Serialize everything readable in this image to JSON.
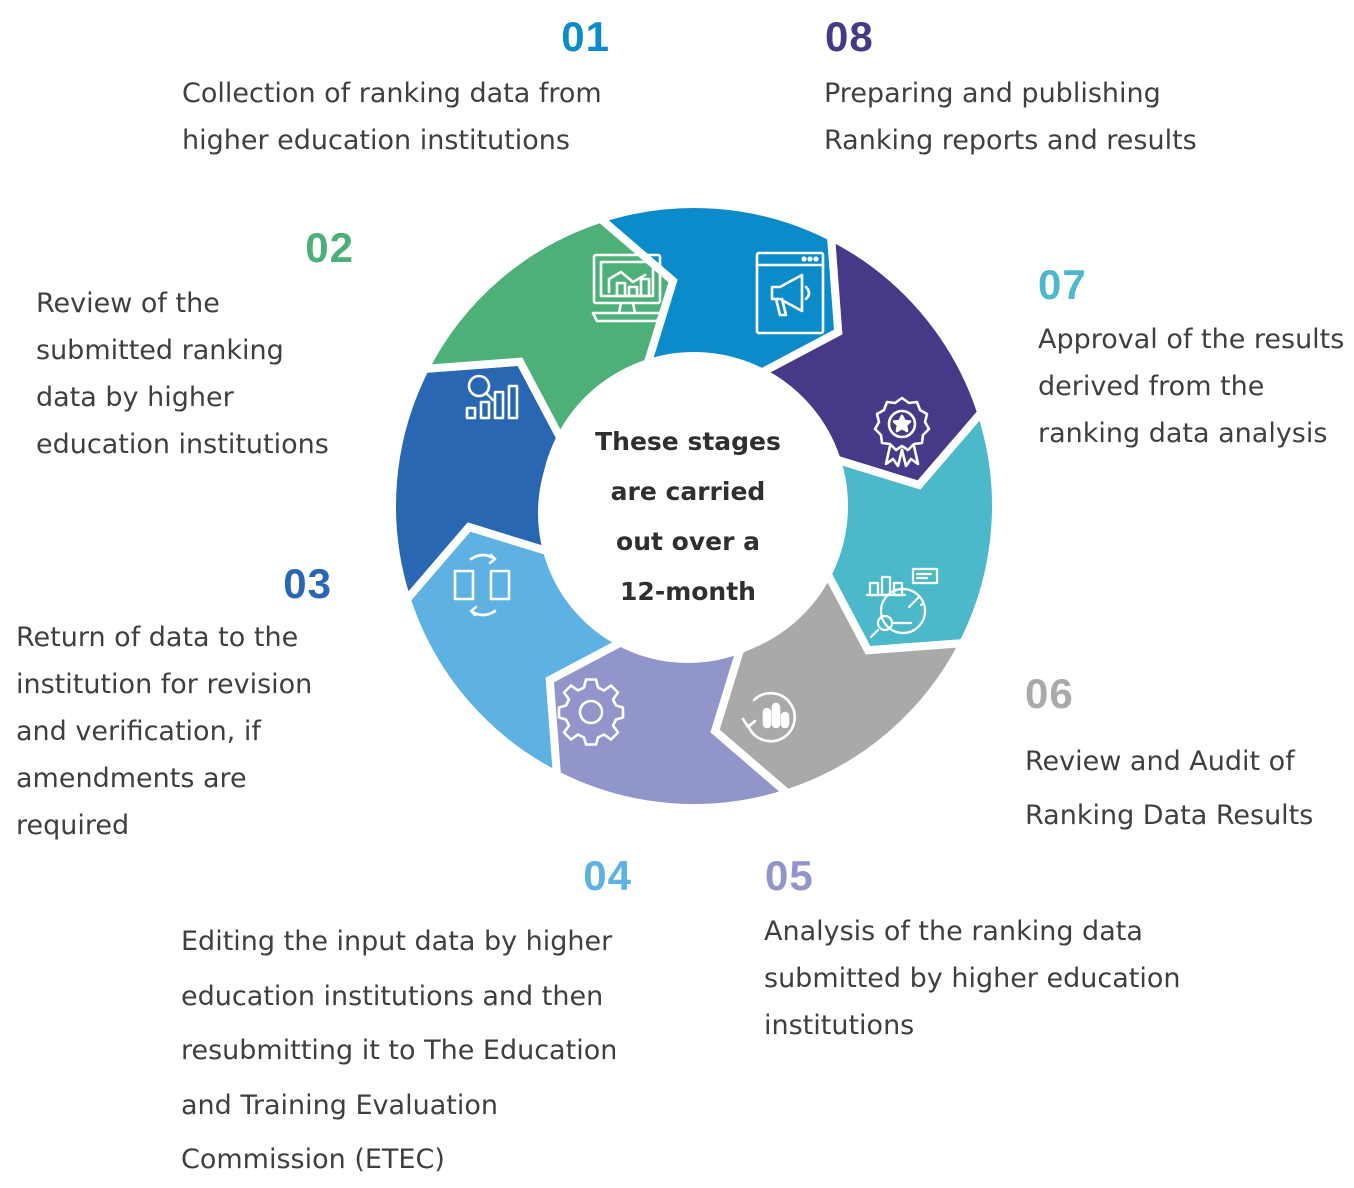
{
  "center_text": [
    "These stages",
    "are carried",
    "out over a",
    "12-month"
  ],
  "stages": [
    {
      "number": "01",
      "color": "#0C8BCB",
      "icon": "analytics-monitor-icon",
      "lines": [
        "Collection of ranking data from",
        "higher education institutions"
      ]
    },
    {
      "number": "02",
      "color": "#4CB078",
      "icon": "search-chart-icon",
      "lines": [
        "Review of the",
        "submitted ranking",
        "data by higher",
        "education institutions"
      ]
    },
    {
      "number": "03",
      "color": "#2967B3",
      "icon": "document-sync-icon",
      "lines": [
        "Return of data to the",
        "institution for revision",
        "and verification, if",
        "amendments are",
        "required"
      ]
    },
    {
      "number": "04",
      "color": "#5DB2E3",
      "icon": "gear-icon",
      "lines": [
        "Editing the input data by higher",
        "education institutions and then",
        "resubmitting it to The Education",
        "and Training Evaluation",
        "Commission (ETEC)"
      ]
    },
    {
      "number": "05",
      "color": "#9195CA",
      "icon": "refresh-chart-icon",
      "lines": [
        "Analysis of the ranking data",
        "submitted by higher education",
        "institutions"
      ]
    },
    {
      "number": "06",
      "color": "#A9A9A9",
      "icon": "data-audit-icon",
      "lines": [
        "Review and Audit of",
        "Ranking Data Results"
      ]
    },
    {
      "number": "07",
      "color": "#4BB9C9",
      "icon": "award-badge-icon",
      "lines": [
        "Approval of the results",
        "derived from the",
        "ranking data analysis"
      ]
    },
    {
      "number": "08",
      "color": "#463A88",
      "icon": "megaphone-screen-icon",
      "lines": [
        "Preparing and publishing",
        "Ranking reports and results"
      ]
    }
  ]
}
